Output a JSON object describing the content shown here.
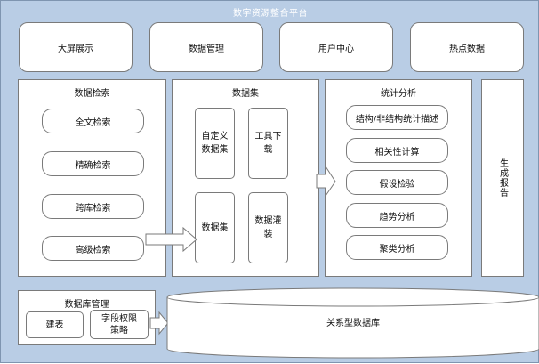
{
  "title": "数字资源整合平台",
  "top_tiles": [
    "大屏展示",
    "数据管理",
    "用户中心",
    "热点数据"
  ],
  "retrieval": {
    "title": "数据检索",
    "items": [
      "全文检索",
      "精确检索",
      "跨库检索",
      "高级检索"
    ]
  },
  "dataset": {
    "title": "数据集",
    "custom": "自定义\n数据集",
    "tool": "工具下\n载",
    "set": "数据集",
    "load": "数据灌\n装"
  },
  "analysis": {
    "title": "统计分析",
    "items": [
      "结构/非结构统计描述",
      "相关性计算",
      "假设检验",
      "趋势分析",
      "聚类分析"
    ]
  },
  "report": "生成报告",
  "db_manage": {
    "title": "数据库管理",
    "build_table": "建表",
    "field_perm": "字段权限\n策略"
  },
  "relational_db": "关系型数据库",
  "colors": {
    "background": "#b9cde5",
    "panel": "#ffffff",
    "border": "#7a7a7a"
  }
}
